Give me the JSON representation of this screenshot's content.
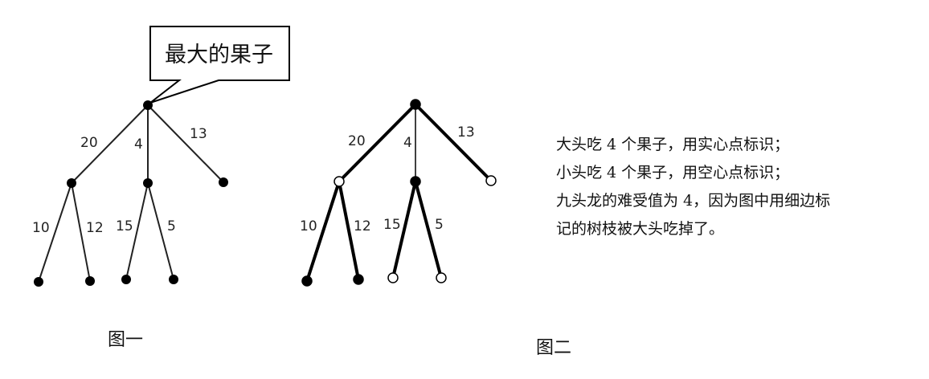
{
  "callout": "最大的果子",
  "figure1": {
    "caption": "图一",
    "edge_labels": [
      "20",
      "4",
      "13",
      "10",
      "12",
      "15",
      "5"
    ]
  },
  "figure2": {
    "caption": "图二",
    "edge_labels": [
      "20",
      "4",
      "13",
      "10",
      "12",
      "15",
      "5"
    ]
  },
  "note_lines": [
    "大头吃 4 个果子，用实心点标识；",
    "小头吃 4 个果子，用空心点标识；",
    "九头龙的难受值为 4，因为图中用细边标",
    "记的树枝被大头吃掉了。"
  ]
}
